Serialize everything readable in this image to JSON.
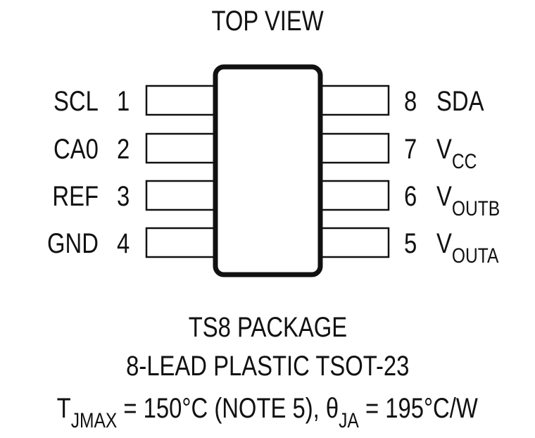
{
  "title": "TOP VIEW",
  "pins_left": [
    {
      "number": "1",
      "name": "SCL"
    },
    {
      "number": "2",
      "name": "CA0"
    },
    {
      "number": "3",
      "name": "REF"
    },
    {
      "number": "4",
      "name": "GND"
    }
  ],
  "pins_right": [
    {
      "number": "8",
      "name": "SDA",
      "sub": ""
    },
    {
      "number": "7",
      "name": "V",
      "sub": "CC"
    },
    {
      "number": "6",
      "name": "V",
      "sub": "OUTB"
    },
    {
      "number": "5",
      "name": "V",
      "sub": "OUTA"
    }
  ],
  "package": {
    "line1": "TS8 PACKAGE",
    "line2": "8-LEAD PLASTIC TSOT-23"
  },
  "thermal": {
    "tj_symbol": "T",
    "tj_sub": "JMAX",
    "tj_value": " = 150°C (NOTE 5), ",
    "theta_symbol": "θ",
    "theta_sub": "JA",
    "theta_value": " = 195°C/W"
  }
}
